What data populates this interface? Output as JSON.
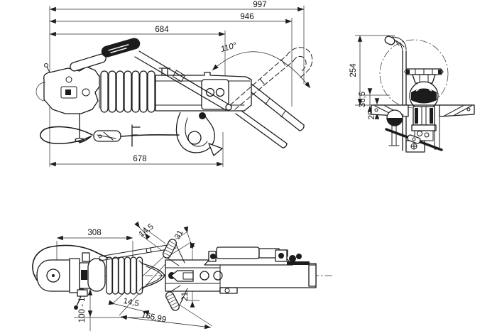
{
  "drawing": {
    "type": "technical-drawing",
    "subject": "overrun brake coupling (three orthographic views)",
    "colors": {
      "line": "#1c1c1c",
      "background": "#ffffff"
    },
    "views": {
      "side": {
        "label": "side view",
        "dims": {
          "d997": "997",
          "d946": "946",
          "d684": "684",
          "d678": "678",
          "angle": "110°"
        }
      },
      "front": {
        "label": "front view",
        "dims": {
          "d254": "254",
          "d365": "36,5",
          "d25": "25"
        }
      },
      "top": {
        "label": "top view",
        "dims": {
          "d308": "308",
          "d145_upper": "14,5",
          "d31": "31",
          "d100120": "100 - 120",
          "d145_lower": "14,5",
          "d16599": "165,99",
          "d210": "210"
        }
      }
    }
  }
}
